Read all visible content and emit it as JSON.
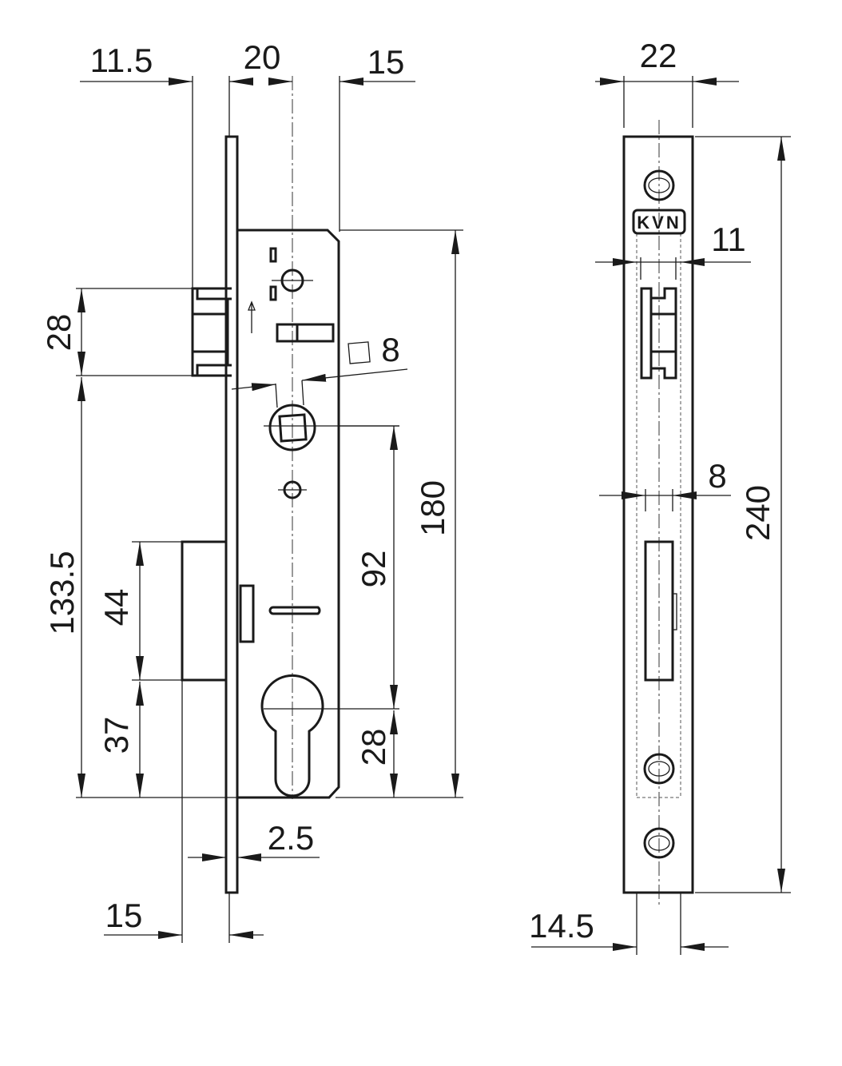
{
  "title": "Mortise lock technical drawing",
  "brand": "KVN",
  "front_view": {
    "dimensions": {
      "latch_projection": "11.5",
      "backset_faceplate": "20",
      "body_offset": "15",
      "latch_height": "28",
      "square_spindle": "8",
      "body_height": "180",
      "center_distance": "92",
      "overall_to_bottom": "133.5",
      "deadbolt_height": "44",
      "deadbolt_to_bottom": "37",
      "cylinder_to_bottom": "28",
      "faceplate_thickness": "2.5",
      "deadbolt_projection": "15"
    }
  },
  "side_view": {
    "dimensions": {
      "faceplate_width": "22",
      "latch_width": "11",
      "deadbolt_width": "8",
      "faceplate_length": "240",
      "deadbolt_offset": "14.5"
    }
  }
}
